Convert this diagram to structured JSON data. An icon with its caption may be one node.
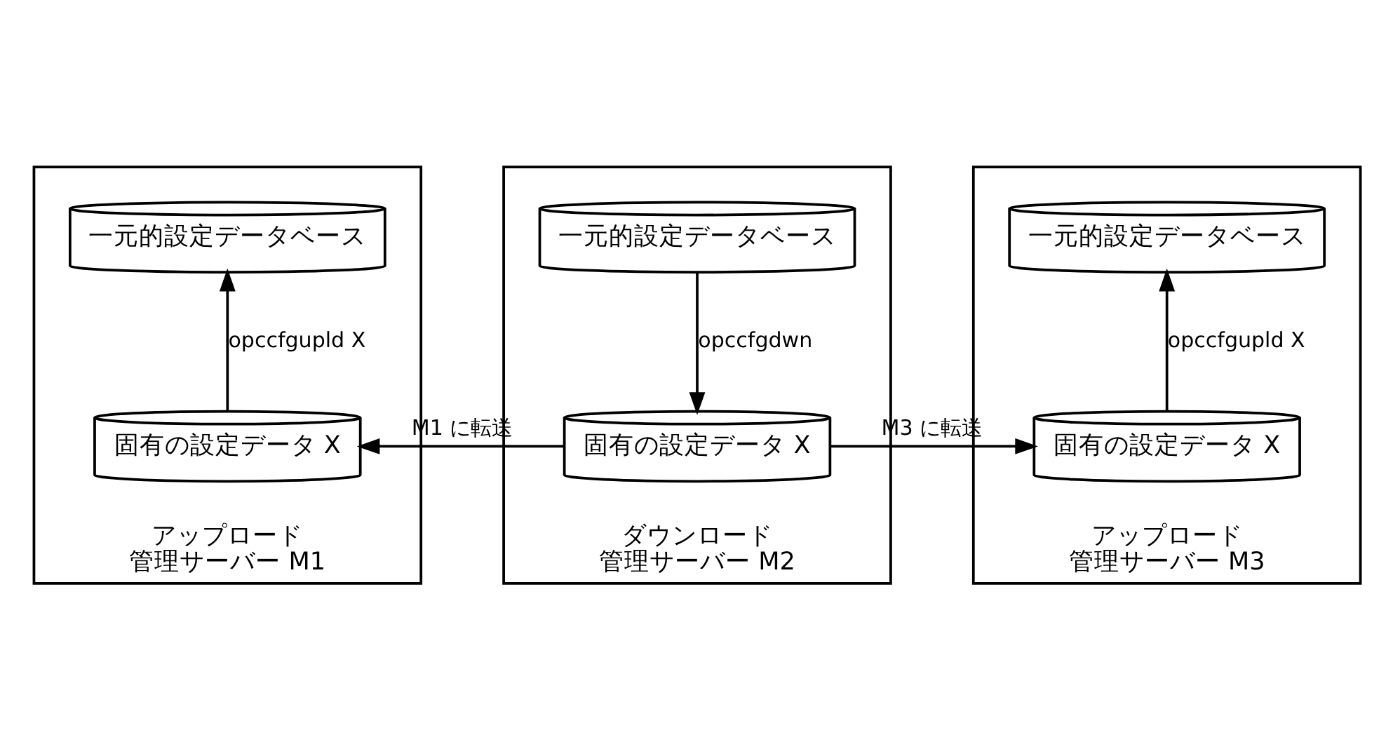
{
  "diagram": {
    "nodes": [
      {
        "text": [
          "アップロード",
          "管理サーバー M1"
        ]
      },
      {
        "text": [
          "一元的設定データベース"
        ],
        "in": 0
      },
      {
        "text": [
          "固有の設定データ X"
        ],
        "in": 0
      },
      {
        "text": [
          "ダウンロード",
          "管理サーバー M2"
        ]
      },
      {
        "text": [
          "一元的設定データベース"
        ],
        "in": 3
      },
      {
        "text": [
          "固有の設定データ X"
        ],
        "in": 3
      },
      {
        "text": [
          "アップロード",
          "管理サーバー M3"
        ]
      },
      {
        "text": [
          "一元的設定データベース"
        ],
        "in": 6
      },
      {
        "text": [
          "固有の設定データ X"
        ],
        "in": 6
      }
    ],
    "edges": [
      {
        "from": 2,
        "to": 1,
        "arrow": "to",
        "label": "opccfgupld X"
      },
      {
        "from": 4,
        "to": 5,
        "arrow": "to",
        "label": "opccfgdwn"
      },
      {
        "from": 5,
        "to": 2,
        "arrow": "to",
        "label": "M1 に転送"
      },
      {
        "from": 5,
        "to": 8,
        "arrow": "to",
        "label": "M3 に転送"
      },
      {
        "from": 8,
        "to": 7,
        "arrow": "to",
        "label": "opccfgupld X"
      }
    ]
  }
}
